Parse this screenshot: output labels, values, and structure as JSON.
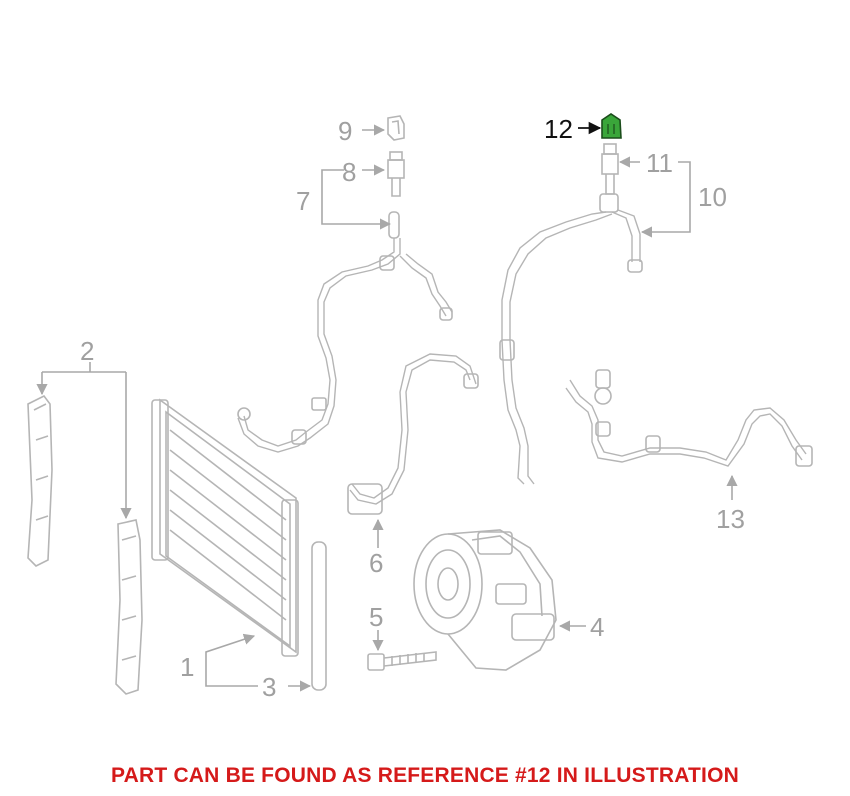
{
  "callouts": [
    "1",
    "2",
    "3",
    "4",
    "5",
    "6",
    "7",
    "8",
    "9",
    "10",
    "11",
    "12",
    "13"
  ],
  "highlight": {
    "ref": "12",
    "color": "#3aa63a"
  },
  "caption": {
    "text": "PART CAN BE FOUND AS REFERENCE #12 IN ILLUSTRATION",
    "color": "#d51a1a"
  }
}
